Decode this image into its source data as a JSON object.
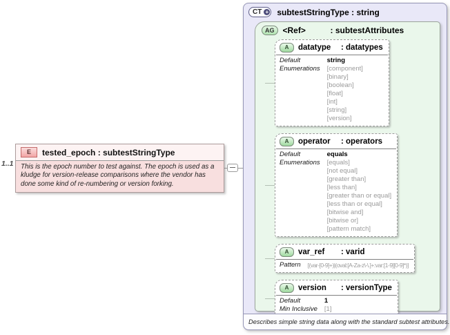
{
  "cardinality": "1..1",
  "element": {
    "icon": "E",
    "title": "tested_epoch : subtestStringType",
    "annotation": "This is the epoch number to test against.  The epoch is used as a kludge for version-release comparisons where the vendor has done some kind of re-numbering or version forking."
  },
  "complex_type": {
    "icon_label": "CT",
    "icon_plus": "+",
    "title": "subtestStringType : string",
    "footer_note": "Describes simple string data along with the standard subtest attributes.",
    "attribute_group": {
      "icon": "AG",
      "name": "<Ref>",
      "type": ": subtestAttributes"
    },
    "attributes": {
      "datatype": {
        "icon": "A",
        "name": "datatype",
        "type": ": datatypes",
        "default_label": "Default",
        "default_value": "string",
        "enum_label": "Enumerations",
        "enum_values": [
          "[component]",
          "[binary]",
          "[boolean]",
          "[float]",
          "[int]",
          "[string]",
          "[version]"
        ]
      },
      "operator": {
        "icon": "A",
        "name": "operator",
        "type": ": operators",
        "default_label": "Default",
        "default_value": "equals",
        "enum_label": "Enumerations",
        "enum_values": [
          "[equals]",
          "[not equal]",
          "[greater than]",
          "[less than]",
          "[greater than or equal]",
          "[less than or equal]",
          "[bitwise and]",
          "[bitwise or]",
          "[pattern match]"
        ]
      },
      "var_ref": {
        "icon": "A",
        "name": "var_ref",
        "type": ": varid",
        "pattern_label": "Pattern",
        "pattern_value": "[(var-[0-9]+)|(oval:[A-Za-z\\-\\.]+:var:[1-9][0-9]*)]"
      },
      "version": {
        "icon": "A",
        "name": "version",
        "type": ": versionType",
        "default_label": "Default",
        "default_value": "1",
        "min_label": "Min Inclusive",
        "min_value": "[1]"
      }
    }
  },
  "colors": {
    "complex_type_fill": "#e9e8f8",
    "attribute_group_fill": "#eaf7eb",
    "attribute_icon_green": "#b2e4b2",
    "element_fill": "#f8dfdf",
    "element_icon_pink": "#f2a6a6",
    "enumeration_gray": "#9a9a9a"
  }
}
